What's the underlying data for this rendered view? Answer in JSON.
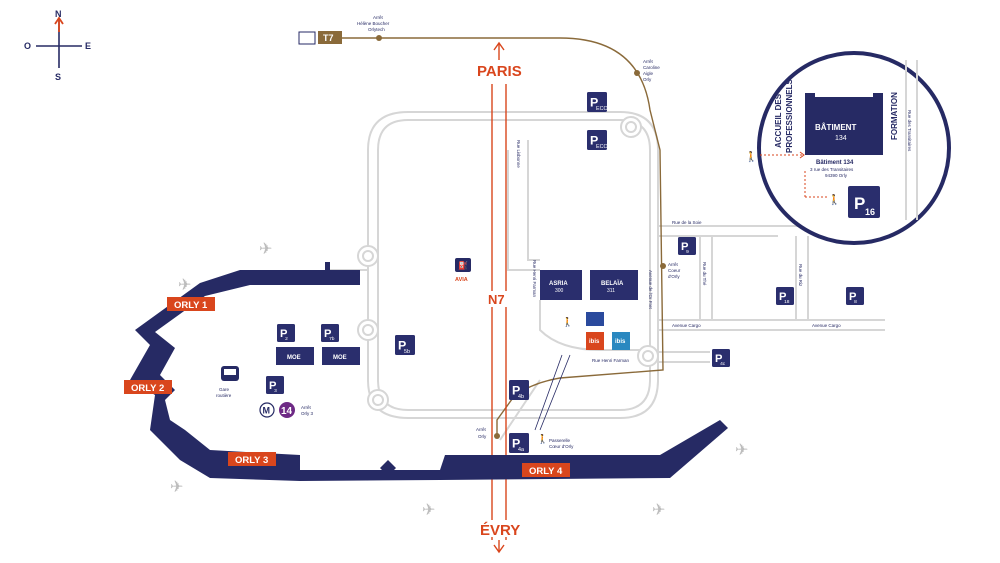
{
  "compass": {
    "n": "N",
    "s": "S",
    "e": "E",
    "o": "O"
  },
  "tram": {
    "icon": "tram-icon",
    "line": "T7",
    "stop1": [
      "Arrêt",
      "Hélène Boucher",
      "Orlytech"
    ],
    "stop2": [
      "Arrêt",
      "Caroline",
      "Aigle",
      "Orly"
    ]
  },
  "roads": {
    "paris": "PARIS",
    "evry": "ÉVRY",
    "n7": "N7",
    "cargo_left": "Avenue Cargo",
    "cargo_right": "Avenue Cargo",
    "rue_soie": "Rue de la Soie",
    "rue_henri": "Rue Henri Farman",
    "rue_lisbonne": "Rue Lisbonne",
    "rue_thé": "Rue du Thé",
    "rue_riz": "Rue du Riz",
    "avenue_fret": "Avenue de l'Or Fret",
    "rue_farman_v": "Rue Henri Farman",
    "rue_transitaires": "Rue des Transitaires"
  },
  "terminals": [
    "ORLY 1",
    "ORLY 2",
    "ORLY 3",
    "ORLY 4"
  ],
  "parkings": [
    {
      "label": "P",
      "sub": "ECO"
    },
    {
      "label": "P",
      "sub": "ECO2"
    },
    {
      "label": "P",
      "sub": "9"
    },
    {
      "label": "P",
      "sub": "18"
    },
    {
      "label": "P",
      "sub": "8"
    },
    {
      "label": "P",
      "sub": "4c"
    },
    {
      "label": "P",
      "sub": "4b"
    },
    {
      "label": "P",
      "sub": "4a"
    },
    {
      "label": "P",
      "sub": "5b"
    },
    {
      "label": "P",
      "sub": "2"
    },
    {
      "label": "P",
      "sub": "7b"
    },
    {
      "label": "P",
      "sub": "3"
    }
  ],
  "buildings": {
    "asria": [
      "ASRIA",
      "300"
    ],
    "belaia": [
      "BELAÏA",
      "311"
    ],
    "moe1": "MOE",
    "moe2": "MOE"
  },
  "hotels": {
    "ibis": "ibis",
    "ibis2": "ibis"
  },
  "avia": "AVIA",
  "transit": {
    "bus_label": [
      "Gare",
      "routière"
    ],
    "metro_m": "M",
    "metro_line": "14",
    "metro_stop": [
      "Arrêt",
      "Orly 3"
    ],
    "arret_orly": [
      "Arrêt",
      "Orly"
    ],
    "arret_coeur": [
      "Arrêt",
      "Coeur",
      "d'Orly"
    ],
    "passerelle": [
      "Passerelle",
      "Cœur d'Orly"
    ]
  },
  "inset": {
    "batiment": [
      "BÂTIMENT",
      "134"
    ],
    "address": [
      "Bâtiment 134",
      "3 rue des Transitaires",
      "94390 Orly"
    ],
    "accueil": [
      "ACCUEIL DES",
      "PROFESSIONNELS"
    ],
    "formation": "FORMATION",
    "street": "Rue des Transitaires",
    "parking": {
      "label": "P",
      "sub": "16"
    }
  },
  "colors": {
    "navy": "#262a64",
    "orange": "#d9461d",
    "tram_line": "#8a6a3a",
    "road": "#d6d6d6",
    "parking_bg": "#2a2e6d"
  }
}
